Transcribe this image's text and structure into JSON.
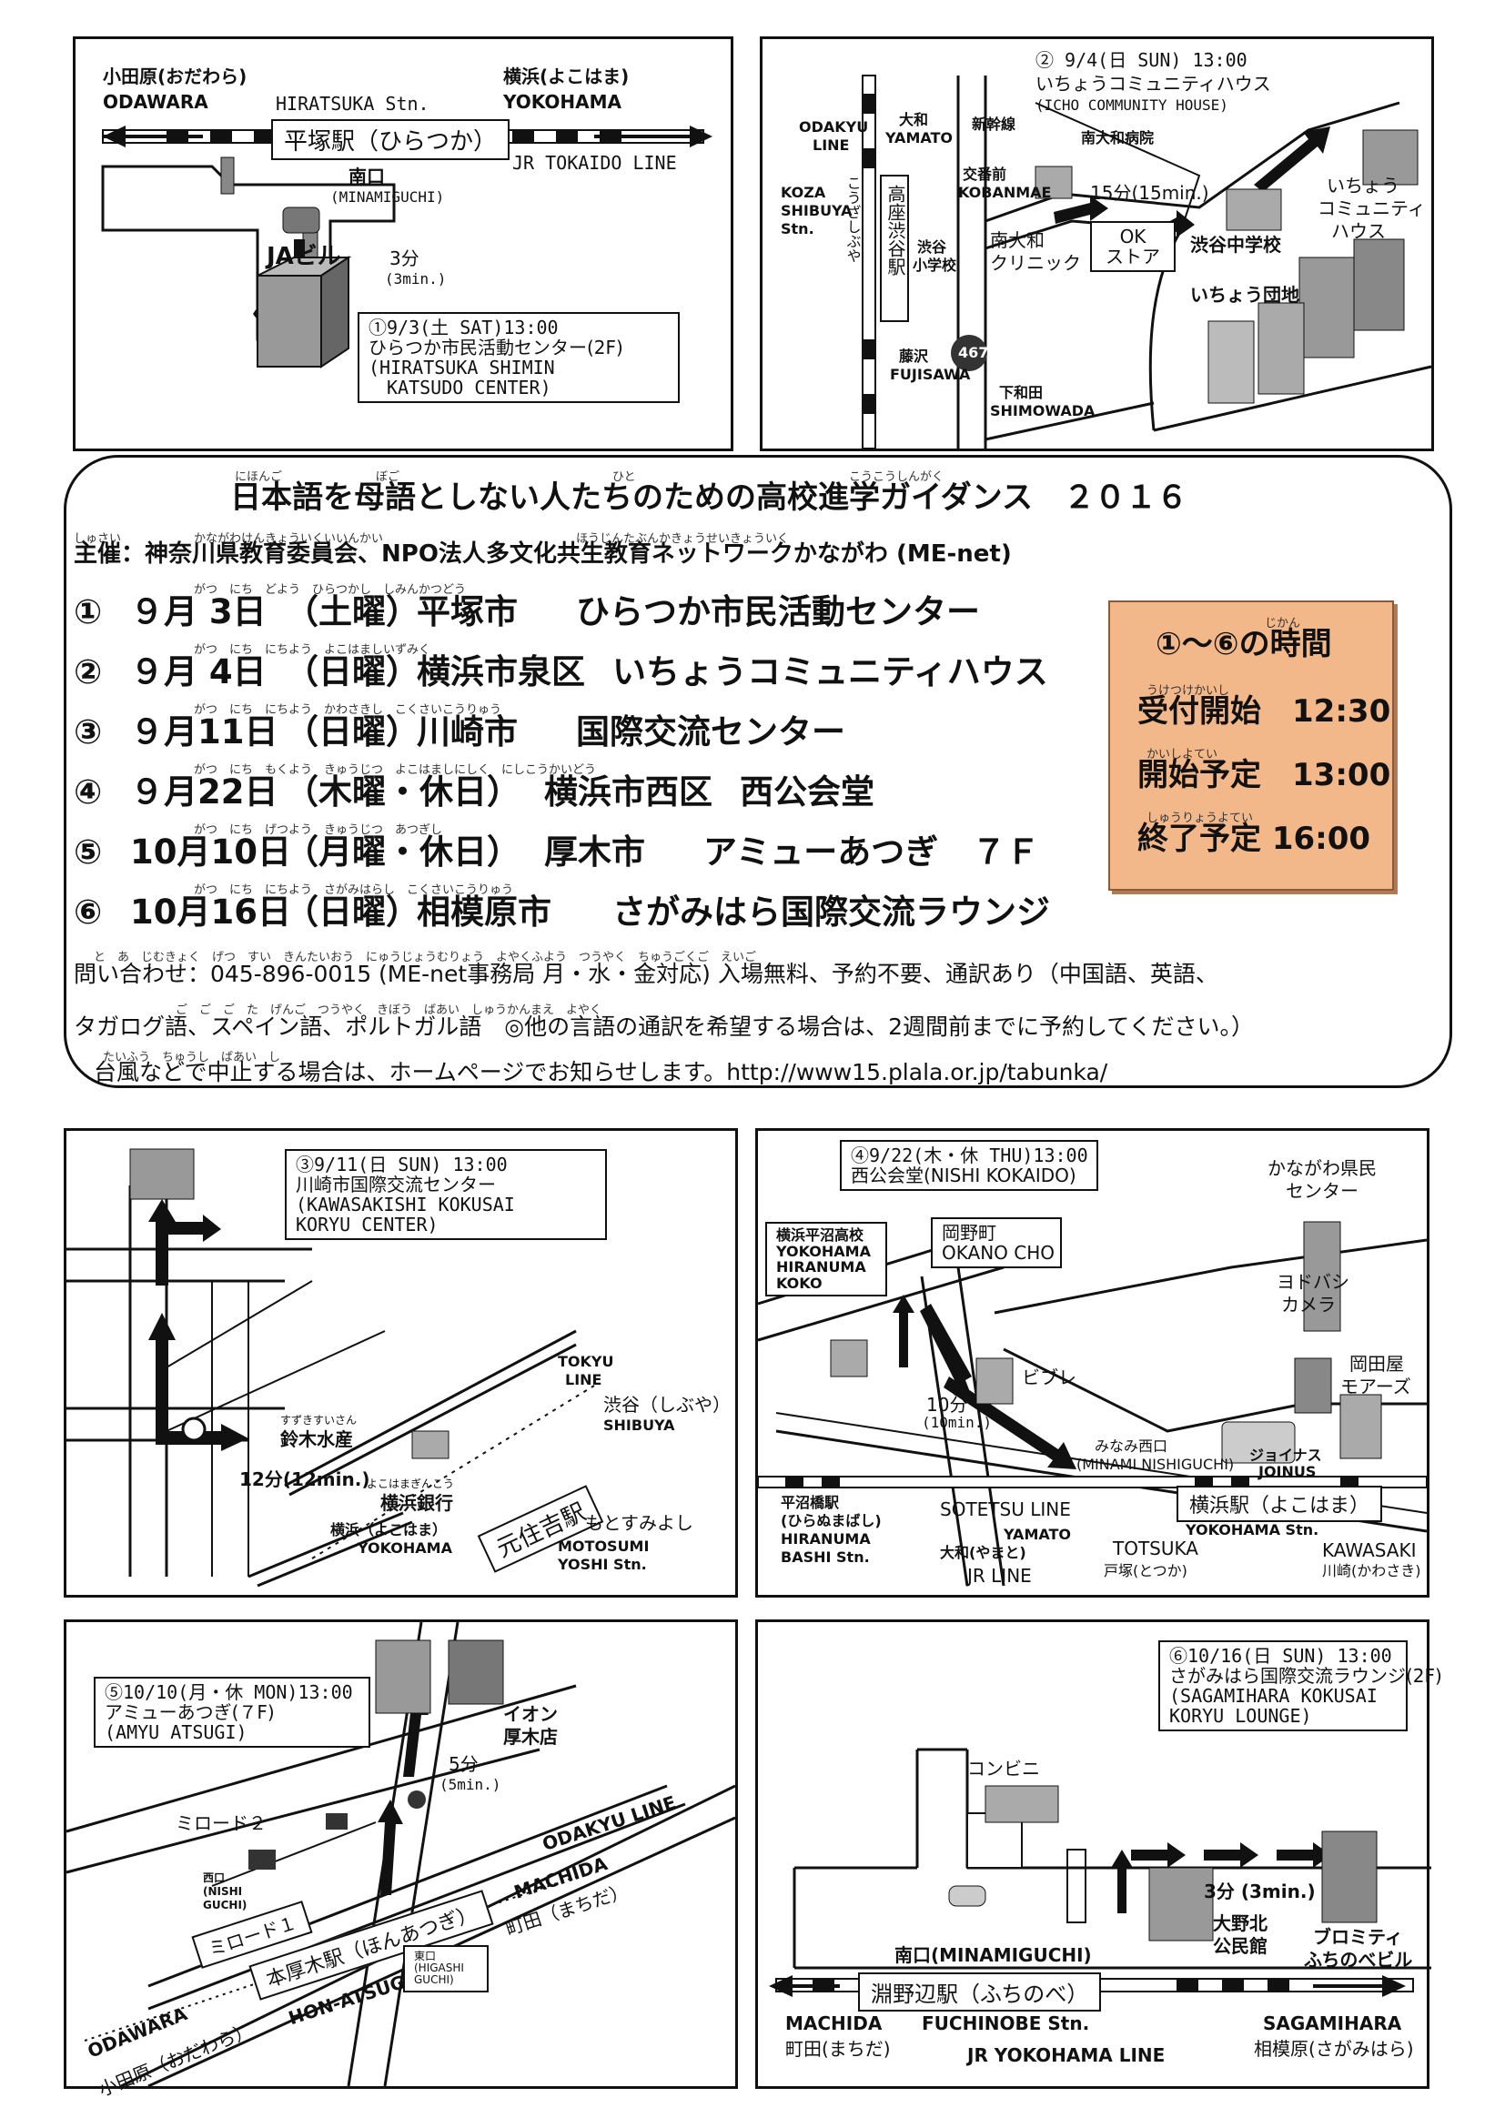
{
  "map1": {
    "odawara_jp": "小田原(おだわら)",
    "odawara_en": "ODAWARA",
    "yokohama_jp": "横浜(よこはま)",
    "yokohama_en": "YOKOHAMA",
    "station_en": "HIRATSUKA Stn.",
    "station_jp": "平塚駅（ひらつか）",
    "line": "JR TOKAIDO LINE",
    "exit_jp": "南口",
    "exit_en": "(MINAMIGUCHI)",
    "ja_building": "JAビル",
    "walk": "3分",
    "walk_en": "(3min.)",
    "venue_l1": "①9/3(土 SAT)13:00",
    "venue_l2": "ひらつか市民活動センター(2F)",
    "venue_l3": "(HIRATSUKA SHIMIN",
    "venue_l4": "KATSUDO CENTER)"
  },
  "map2": {
    "venue_l1": "② 9/4(日 SUN) 13:00",
    "venue_l2": "いちょうコミュニティハウス",
    "venue_l3": "(ICHO COMMUNITY HOUSE)",
    "odakyu": "ODAKYU",
    "odakyu2": "LINE",
    "yamato_jp": "大和",
    "yamato_en": "YAMATO",
    "shinkansen": "新幹線",
    "hospital": "南大和病院",
    "koza": "KOZA",
    "shibuya": "SHIBUYA",
    "stn": "Stn.",
    "kouban_jp": "交番前",
    "kouban_en": "KOBANMAE",
    "station_vertical": "高座渋谷駅",
    "kana_vertical": "こうざしぶや",
    "walk": "15分(15min.)",
    "school1a": "渋谷",
    "school1b": "小学校",
    "clinic1": "南大和",
    "clinic2": "クリニック",
    "ok1": "OK",
    "ok2": "ストア",
    "jhs": "渋谷中学校",
    "danchi": "いちょう団地",
    "community1": "いちょう",
    "community2": "コミュニティ",
    "community3": "ハウス",
    "route": "467",
    "fujisawa_jp": "藤沢",
    "fujisawa_en": "FUJISAWA",
    "shimowada_jp": "下和田",
    "shimowada_en": "SHIMOWADA"
  },
  "info": {
    "title": "日本語を母語としない人たちのための高校進学ガイダンス　２０１６",
    "title_ruby": [
      "にほんご",
      "ぼご",
      "ひと",
      "こうこうしんがく"
    ],
    "organizer_label": "主催：",
    "organizer": "神奈川県教育委員会、NPO法人多文化共生教育ネットワークかながわ (ME-net)",
    "organizer_ruby": [
      "しゅさい",
      "かながわけんきょういくいいんかい",
      "ほうじんたぶんかきょうせいきょういく"
    ],
    "events": [
      {
        "num": "①",
        "date": "９月 3日",
        "day": "（土曜）",
        "city": "平塚市",
        "venue": "ひらつか市民活動センター",
        "ruby": "がつ　にち　どよう　ひらつかし　しみんかつどう"
      },
      {
        "num": "②",
        "date": "９月 4日",
        "day": "（日曜）",
        "city": "横浜市泉区",
        "venue": "いちょうコミュニティハウス",
        "ruby": "がつ　にち　にちよう　よこはましいずみく"
      },
      {
        "num": "③",
        "date": "９月11日",
        "day": "（日曜）",
        "city": "川崎市",
        "venue": "国際交流センター",
        "ruby": "がつ　にち　にちよう　かわさきし　こくさいこうりゅう"
      },
      {
        "num": "④",
        "date": "９月22日",
        "day": "（木曜・休日）",
        "city": "横浜市西区",
        "venue": "西公会堂",
        "ruby": "がつ　にち　もくよう　きゅうじつ　よこはましにしく　にしこうかいどう"
      },
      {
        "num": "⑤",
        "date": "10月10日",
        "day": "（月曜・休日）",
        "city": "厚木市",
        "venue": "アミューあつぎ　７Ｆ",
        "ruby": "がつ　にち　げつよう　きゅうじつ　あつぎし"
      },
      {
        "num": "⑥",
        "date": "10月16日",
        "day": "（日曜）",
        "city": "相模原市",
        "venue": "さがみはら国際交流ラウンジ",
        "ruby": "がつ　にち　にちよう　さがみはらし　こくさいこうりゅう"
      }
    ],
    "contact_line": "問い合わせ：045-896-0015 (ME-net事務局 月・水・金対応) 入場無料、予約不要、通訳あり（中国語、英語、",
    "contact_ruby": "と　あ　じむきょく　げつ　すい　きんたいおう　にゅうじょうむりょう　よやくふよう　つうやく　ちゅうごくご　えいご",
    "languages_line": "タガログ語、スペイン語、ポルトガル語　◎他の言語の通訳を希望する場合は、2週間前までに予約してください。）",
    "languages_ruby": "ご　ご　ご　た　げんご　つうやく　きぼう　ばあい　しゅうかんまえ　よやく",
    "typhoon_line": "台風などで中止する場合は、ホームページでお知らせします。http://www15.plala.or.jp/tabunka/",
    "typhoon_ruby": "たいふう　ちゅうし　ばあい　し"
  },
  "timebox": {
    "title": "①～⑥の時間",
    "title_ruby": "じかん",
    "reception": "受付開始　12:30",
    "reception_ruby": "うけつけかいし",
    "start": "開始予定　13:00",
    "start_ruby": "かいしよてい",
    "end": "終了予定 16:00",
    "end_ruby": "しゅうりょうよてい"
  },
  "map3": {
    "venue_l1": "③9/11(日 SUN) 13:00",
    "venue_l2": "川崎市国際交流センター",
    "venue_l3": "(KAWASAKISHI KOKUSAI",
    "venue_l4": "KORYU CENTER)",
    "tokyu": "TOKYU",
    "tokyu2": "LINE",
    "shibuya_jp": "渋谷（しぶや）",
    "shibuya_en": "SHIBUYA",
    "suzuki_kana": "すずきすいさん",
    "suzuki": "鈴木水産",
    "bank_kana": "よこはまぎんこう",
    "bank": "横浜銀行",
    "walk": "12分(12min.)",
    "station": "元住吉駅",
    "motosumiyoshi": "もとすみよし",
    "motosumi_en1": "MOTOSUMI",
    "motosumi_en2": "YOSHI Stn.",
    "yokohama_jp": "横浜（よこはま）",
    "yokohama_en": "YOKOHAMA"
  },
  "map4": {
    "venue_l1": "④9/22(木・休 THU)13:00",
    "venue_l2": "西公会堂(NISHI KOKAIDO)",
    "kanagawa1": "かながわ県民",
    "kanagawa2": "センター",
    "hs1": "横浜平沼高校",
    "hs2": "YOKOHAMA",
    "hs3": "HIRANUMA",
    "hs4": "KOKO",
    "okano_jp": "岡野町",
    "okano_en": "OKANO CHO",
    "yodobashi1": "ヨドバシ",
    "yodobashi2": "カメラ",
    "walk": "10分",
    "walk_en": "(10min.)",
    "vivre": "ビブレ",
    "okadaya1": "岡田屋",
    "okadaya2": "モアーズ",
    "joinus_jp": "ジョイナス",
    "joinus_en": "JOINUS",
    "minami_jp": "みなみ西口",
    "minami_en": "(MINAMI NISHIGUCHI)",
    "hiranuma1": "平沼橋駅",
    "hiranuma2": "(ひらぬまばし)",
    "hiranuma3": "HIRANUMA",
    "hiranuma4": "BASHI Stn.",
    "sotetsu": "SOTETSU LINE",
    "yamato_en": "YAMATO",
    "yamato_jp": "大和(やまと)",
    "jr": "JR LINE",
    "totsuka_en": "TOTSUKA",
    "totsuka_jp": "戸塚(とつか)",
    "station": "横浜駅（よこはま）",
    "station_en": "YOKOHAMA Stn.",
    "kawasaki_en": "KAWASAKI",
    "kawasaki_jp": "川崎(かわさき)"
  },
  "map5": {
    "venue_l1": "⑤10/10(月・休 MON)13:00",
    "venue_l2": "アミューあつぎ(７F)",
    "venue_l3": "(AMYU ATSUGI)",
    "aeon1": "イオン",
    "aeon2": "厚木店",
    "walk": "5分",
    "walk_en": "(5min.)",
    "miroad2": "ミロード２",
    "odakyu": "ODAKYU LINE",
    "nishiguchi1": "西口",
    "nishiguchi2": "(NISHI",
    "nishiguchi3": "GUCHI)",
    "machida_en": "MACHIDA",
    "machida_jp": "町田（まちだ）",
    "miroad1": "ミロード１",
    "station": "本厚木駅（ほんあつぎ）",
    "station_en": "HON-ATSUGI Stn.",
    "higashi1": "東口",
    "higashi2": "(HIGASHI",
    "higashi3": "GUCHI)",
    "odawara_en": "ODAWARA",
    "odawara_jp": "小田原（おだわら）"
  },
  "map6": {
    "venue_l1": "⑥10/16(日 SUN) 13:00",
    "venue_l2": "さがみはら国際交流ラウンジ(2F)",
    "venue_l3": "(SAGAMIHARA KOKUSAI",
    "venue_l4": "KORYU LOUNGE)",
    "konbini": "コンビニ",
    "walk": "3分 (3min.)",
    "kouminkan1": "大野北",
    "kouminkan2": "公民館",
    "bono1": "ブロミティ",
    "bono2": "ふちのべビル",
    "exit": "南口(MINAMIGUCHI)",
    "station": "淵野辺駅（ふちのべ）",
    "machida_en": "MACHIDA",
    "machida_jp": "町田(まちだ)",
    "station_en": "FUCHINOBE Stn.",
    "line": "JR YOKOHAMA LINE",
    "sagamihara_en": "SAGAMIHARA",
    "sagamihara_jp": "相模原(さがみはら)"
  }
}
